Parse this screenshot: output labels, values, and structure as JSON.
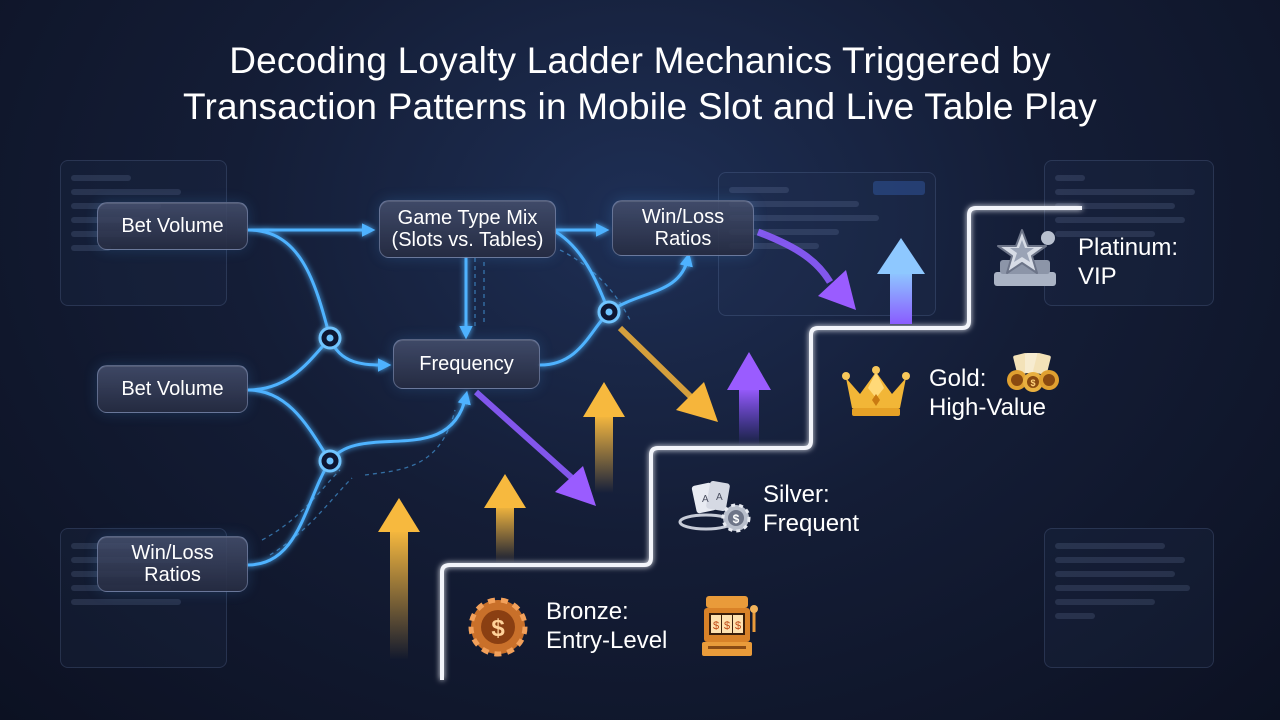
{
  "title": {
    "line1": "Decoding Loyalty Ladder Mechanics Triggered by",
    "line2": "Transaction Patterns in Mobile Slot and Live Table Play"
  },
  "inputs": {
    "bet_volume_top": "Bet Volume",
    "bet_volume_mid": "Bet Volume",
    "win_loss_bottom": [
      "Win/Loss",
      "Ratios"
    ]
  },
  "processing": {
    "game_type_mix": [
      "Game Type Mix",
      "(Slots vs. Tables)"
    ],
    "win_loss_top": [
      "Win/Loss",
      "Ratios"
    ],
    "frequency": "Frequency"
  },
  "tiers": [
    {
      "name": "Bronze:",
      "desc": "Entry-Level",
      "icon": "slot-machine-icon",
      "badge": "dollar-chip-icon"
    },
    {
      "name": "Silver:",
      "desc": "Frequent",
      "icon": "cards-chip-icon"
    },
    {
      "name": "Gold:",
      "desc": "High-Value",
      "icon": "crown-icon",
      "badge": "cards-chips-icon"
    },
    {
      "name": "Platinum:",
      "desc": "VIP",
      "icon": "star-trophy-icon"
    }
  ],
  "colors": {
    "flow_blue": "#4fb3ff",
    "flow_purple": "#9a5cff",
    "flow_gold": "#f6b53b",
    "stair": "#f2f4fa"
  }
}
